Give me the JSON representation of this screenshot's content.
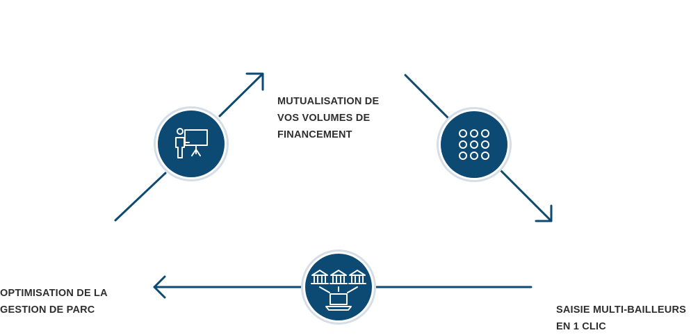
{
  "labels": {
    "top": [
      "MUTUALISATION DE",
      "VOS VOLUMES DE",
      "FINANCEMENT"
    ],
    "left": [
      "OPTIMISATION DE LA",
      "GESTION DE PARC"
    ],
    "right": [
      "SAISIE MULTI-BAILLEURS",
      "EN 1 CLIC"
    ]
  },
  "icons": {
    "left_circle": "presentation-board-icon",
    "right_circle": "dot-grid-icon",
    "bottom_circle": "banks-to-laptop-icon"
  },
  "colors": {
    "primary": "#0c4a73",
    "ring": "#ffffff",
    "outer_ring": "#d5dde6",
    "text": "#2e2e2e"
  }
}
